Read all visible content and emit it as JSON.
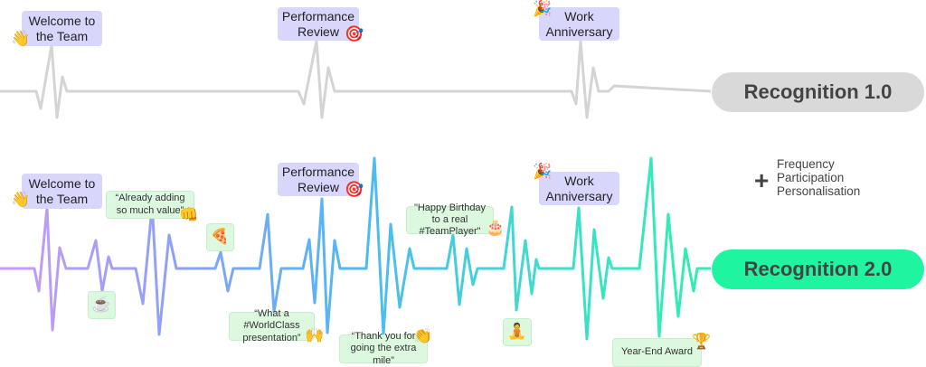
{
  "recognition_1": {
    "badge": "Recognition 1.0",
    "milestones": [
      {
        "label": "Welcome to the Team",
        "icon": "👋",
        "icon_name": "waving-hand"
      },
      {
        "label": "Performance Review",
        "icon": "🎯",
        "icon_name": "target"
      },
      {
        "label": "Work Anniversary",
        "icon": "🎉",
        "icon_name": "party-popper"
      }
    ]
  },
  "recognition_2": {
    "badge": "Recognition 2.0",
    "milestones": [
      {
        "label": "Welcome to the Team",
        "icon": "👋"
      },
      {
        "label": "Performance Review",
        "icon": "🎯"
      },
      {
        "label": "Work Anniversary",
        "icon": "🎉"
      }
    ],
    "notes": [
      {
        "label": "“Already adding so much value”",
        "icon": "👊"
      },
      {
        "label": "“What a #WorldClass presentation”",
        "icon": "🙌"
      },
      {
        "label": "“Thank you for going the extra mile”",
        "icon": "👏"
      },
      {
        "label": "\"Happy Birthday to a real #TeamPlayer\"",
        "icon": "🎂"
      },
      {
        "label": "Year-End Award",
        "icon": "🏆"
      }
    ],
    "emoji_boxes": [
      {
        "icon": "☕",
        "icon_name": "coffee"
      },
      {
        "icon": "🍕",
        "icon_name": "pizza"
      },
      {
        "icon": "🧘",
        "icon_name": "meditation"
      }
    ],
    "extras": {
      "plus": "+",
      "items": [
        "Frequency",
        "Participation",
        "Personalisation"
      ]
    }
  },
  "colors": {
    "line1": "#d4d4d4",
    "badge1": "#d9d9d9",
    "badge2": "#1ff5a0",
    "gradient": [
      "#cc9bf6",
      "#8aa2f6",
      "#4fb8f3",
      "#3fdccd",
      "#2ef0b0"
    ]
  }
}
